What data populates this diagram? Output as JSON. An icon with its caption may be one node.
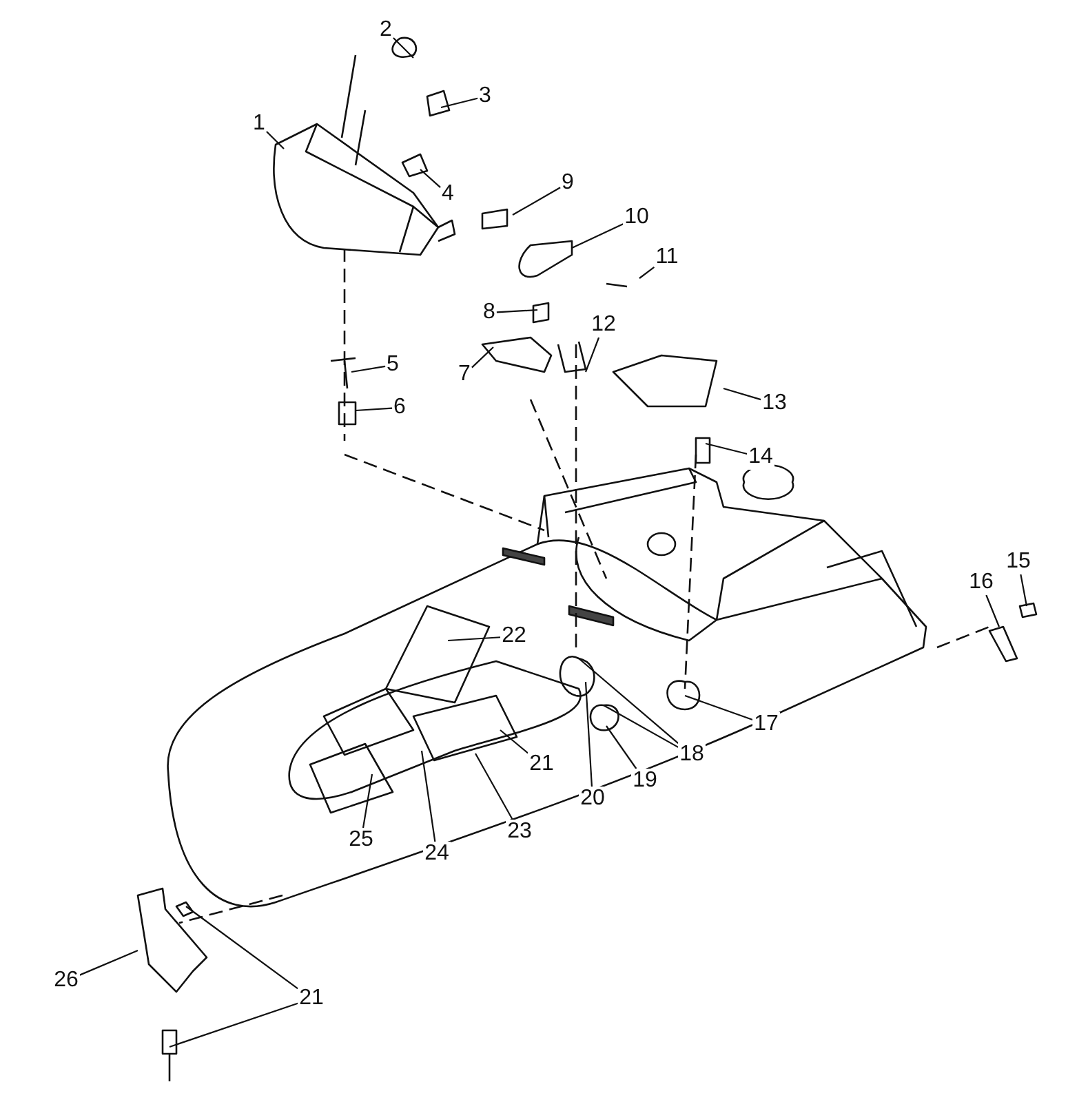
{
  "diagram": {
    "nodes": [
      {
        "text": [
          "2"
        ]
      },
      {
        "text": [
          "3"
        ]
      },
      {
        "text": [
          "1"
        ]
      },
      {
        "text": [
          "4"
        ]
      },
      {
        "text": [
          "9"
        ]
      },
      {
        "text": [
          "10"
        ]
      },
      {
        "text": [
          "11"
        ]
      },
      {
        "text": [
          "8"
        ]
      },
      {
        "text": [
          "12"
        ]
      },
      {
        "text": [
          "5"
        ]
      },
      {
        "text": [
          "7"
        ]
      },
      {
        "text": [
          "6"
        ]
      },
      {
        "text": [
          "13"
        ]
      },
      {
        "text": [
          "14"
        ]
      },
      {
        "text": [
          "15"
        ]
      },
      {
        "text": [
          "16"
        ]
      },
      {
        "text": [
          "22"
        ]
      },
      {
        "text": [
          "17"
        ]
      },
      {
        "text": [
          "18"
        ]
      },
      {
        "text": [
          "21"
        ]
      },
      {
        "text": [
          "20"
        ]
      },
      {
        "text": [
          "19"
        ]
      },
      {
        "text": [
          "25"
        ]
      },
      {
        "text": [
          "23"
        ]
      },
      {
        "text": [
          "24"
        ]
      },
      {
        "text": [
          "26"
        ]
      },
      {
        "text": [
          "21"
        ]
      }
    ],
    "edges": [
      {
        "from": 0,
        "to": null,
        "arrow": "none"
      },
      {
        "from": 1,
        "to": null,
        "arrow": "none"
      },
      {
        "from": 2,
        "to": null,
        "arrow": "none"
      },
      {
        "from": 3,
        "to": null,
        "arrow": "none"
      },
      {
        "from": 4,
        "to": null,
        "arrow": "none"
      },
      {
        "from": 5,
        "to": null,
        "arrow": "none"
      },
      {
        "from": 6,
        "to": null,
        "arrow": "none"
      },
      {
        "from": 7,
        "to": null,
        "arrow": "none"
      },
      {
        "from": 8,
        "to": null,
        "arrow": "none"
      },
      {
        "from": 9,
        "to": null,
        "arrow": "none"
      },
      {
        "from": 10,
        "to": null,
        "arrow": "none"
      },
      {
        "from": 11,
        "to": null,
        "arrow": "none"
      },
      {
        "from": 12,
        "to": null,
        "arrow": "none"
      },
      {
        "from": 13,
        "to": null,
        "arrow": "none"
      },
      {
        "from": 14,
        "to": null,
        "arrow": "none"
      },
      {
        "from": 15,
        "to": null,
        "arrow": "none"
      },
      {
        "from": 16,
        "to": null,
        "arrow": "none"
      },
      {
        "from": 17,
        "to": null,
        "arrow": "none"
      },
      {
        "from": 18,
        "to": null,
        "arrow": "none"
      },
      {
        "from": 18,
        "to": null,
        "arrow": "none"
      },
      {
        "from": 19,
        "to": null,
        "arrow": "none"
      },
      {
        "from": 20,
        "to": null,
        "arrow": "none"
      },
      {
        "from": 21,
        "to": null,
        "arrow": "none"
      },
      {
        "from": 22,
        "to": null,
        "arrow": "none"
      },
      {
        "from": 23,
        "to": null,
        "arrow": "none"
      },
      {
        "from": 24,
        "to": null,
        "arrow": "none"
      },
      {
        "from": 25,
        "to": null,
        "arrow": "none"
      },
      {
        "from": 26,
        "to": null,
        "arrow": "none"
      },
      {
        "from": 26,
        "to": null,
        "arrow": "none"
      }
    ]
  }
}
